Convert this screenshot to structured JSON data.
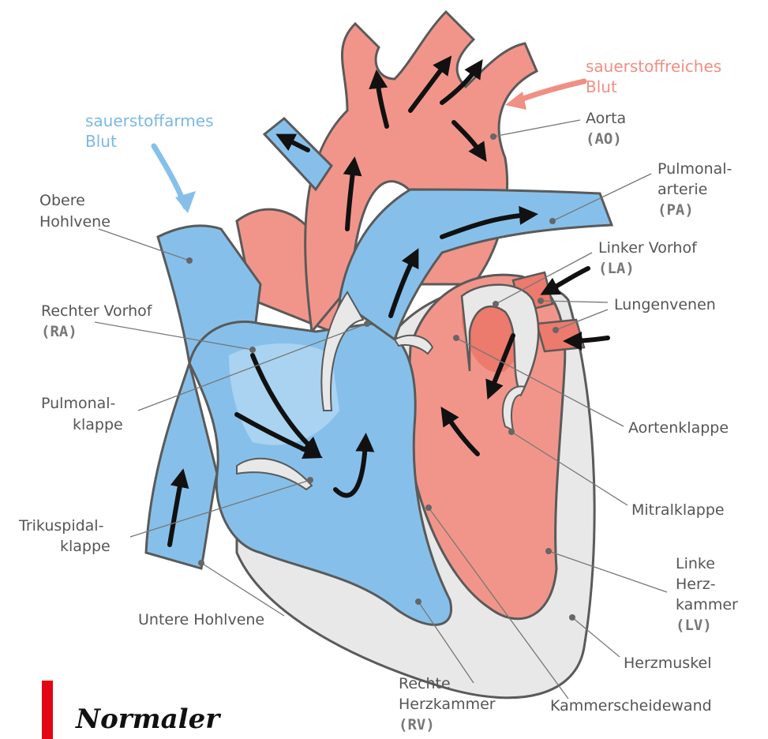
{
  "colors": {
    "deoxygenated": "#86c0ea",
    "deoxygenated_light": "#a9d3f1",
    "oxygenated": "#f1958a",
    "oxygenated_dark": "#ec7a6d",
    "muscle": "#e8e8e8",
    "outline": "#5a5a5a",
    "title_bar": "#e30613"
  },
  "flow_labels": {
    "deoxygenated": [
      "sauerstoffarmes",
      "Blut"
    ],
    "oxygenated": [
      "sauerstoffreiches",
      "Blut"
    ]
  },
  "labels": {
    "aorta": [
      "Aorta",
      "(AO)"
    ],
    "pulmonary_artery": [
      "Pulmonal-",
      "arterie",
      "(PA)"
    ],
    "left_atrium": [
      "Linker Vorhof",
      "(LA)"
    ],
    "pulmonary_veins": "Lungenvenen",
    "aortic_valve": "Aortenklappe",
    "mitral_valve": "Mitralklappe",
    "left_ventricle": [
      "Linke",
      "Herz-",
      "kammer",
      "(LV)"
    ],
    "heart_muscle": "Herzmuskel",
    "septum": "Kammerscheidewand",
    "right_ventricle": [
      "Rechte",
      "Herzkammer",
      "(RV)"
    ],
    "inferior_vena_cava": "Untere Hohlvene",
    "tricuspid_valve": [
      "Trikuspidal-",
      "klappe"
    ],
    "pulmonary_valve": [
      "Pulmonal-",
      "klappe"
    ],
    "right_atrium": [
      "Rechter Vorhof",
      "(RA)"
    ],
    "superior_vena_cava": [
      "Obere",
      "Hohlvene"
    ]
  },
  "title": "Normaler"
}
